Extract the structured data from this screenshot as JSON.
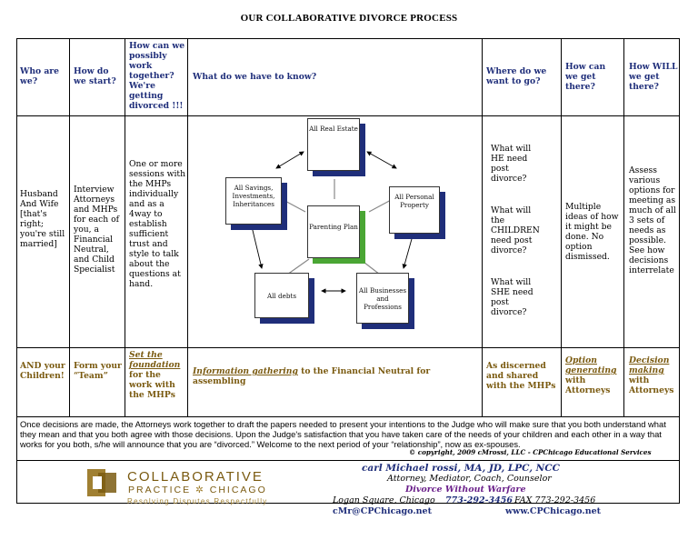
{
  "title": "OUR COLLABORATIVE DIVORCE PROCESS",
  "headers": {
    "who": "Who are we?",
    "how_start": "How do we start?",
    "how_possibly": "How can we possibly work together? We're getting divorced !!!",
    "what_know": "What do we have to know?",
    "where_go": "Where do we want to go?",
    "how_get": "How can we get there?",
    "how_will": "How WILL we get there?"
  },
  "body": {
    "who": "Husband And Wife [that's right; you're still married]",
    "how_start": "Interview Attorneys and MHPs for each of you, a Financial Neutral, and Child Specialist",
    "how_possibly": "One or more sessions with the MHPs individually and as a 4way to establish sufficient trust and style to talk about the questions at hand.",
    "where_go_1": "What will HE need post divorce?",
    "where_go_2": "What will the CHILDREN need post divorce?",
    "where_go_3": "What will SHE need post divorce?",
    "how_get": "Multiple ideas of how it might be done. No option dismissed.",
    "how_will": "Assess various options for meeting as much of all 3 sets of needs as possible. See how decisions interrelate"
  },
  "diagram": {
    "real_estate": "All Real Estate",
    "savings": "All Savings, Investments, Inheritances",
    "personal_property": "All Personal Property",
    "parenting_plan": "Parenting Plan",
    "debts": "All debts",
    "businesses": "All Businesses and Professions"
  },
  "bottom": {
    "who": "AND your Children!",
    "how_start": "Form your “Team”",
    "how_possibly_em": "Set the foundation",
    "how_possibly_rest": "for the work with the MHPs",
    "what_know_em": "Information gathering",
    "what_know_rest": "to the Financial Neutral for assembling",
    "where_go": "As discerned and shared with the MHPs",
    "how_get_em": "Option generating",
    "how_get_rest": "with Attorneys",
    "how_will_em": "Decision making",
    "how_will_rest": "with Attorneys"
  },
  "footer": {
    "paragraph": "Once decisions are made, the Attorneys work together to draft the papers needed to present your intentions to the Judge who will make sure that you both understand what they mean and that you both agree with those decisions. Upon the Judge's satisfaction that you have taken care of the needs of your children and each other in a way that works for you both, s/he will announce that you are “divorced.” Welcome to the next period of your “relationship”, now as ex-spouses.",
    "copyright": "© copyright, 2009 cMrossi, LLC - CPChicago Educational Services"
  },
  "logo": {
    "line1": "COLLABORATIVE",
    "line2_a": "PRACTICE",
    "line2_b": "CHICAGO",
    "line3": "Resolving Disputes Respectfully"
  },
  "contact": {
    "name": "carl Michael rossi, MA, JD, LPC, NCC",
    "roles": "Attorney, Mediator, Coach, Counselor",
    "tagline": "Divorce Without Warfare",
    "location": "Logan Square, Chicago",
    "phone": "773-292-3456",
    "fax": "FAX 773-292-3456",
    "email": "cMr@CPChicago.net",
    "website": "www.CPChicago.net"
  },
  "colors": {
    "navy": "#1f2e7a",
    "brown": "#7a5a10",
    "green": "#4aa634",
    "purple": "#6a1f8a"
  }
}
